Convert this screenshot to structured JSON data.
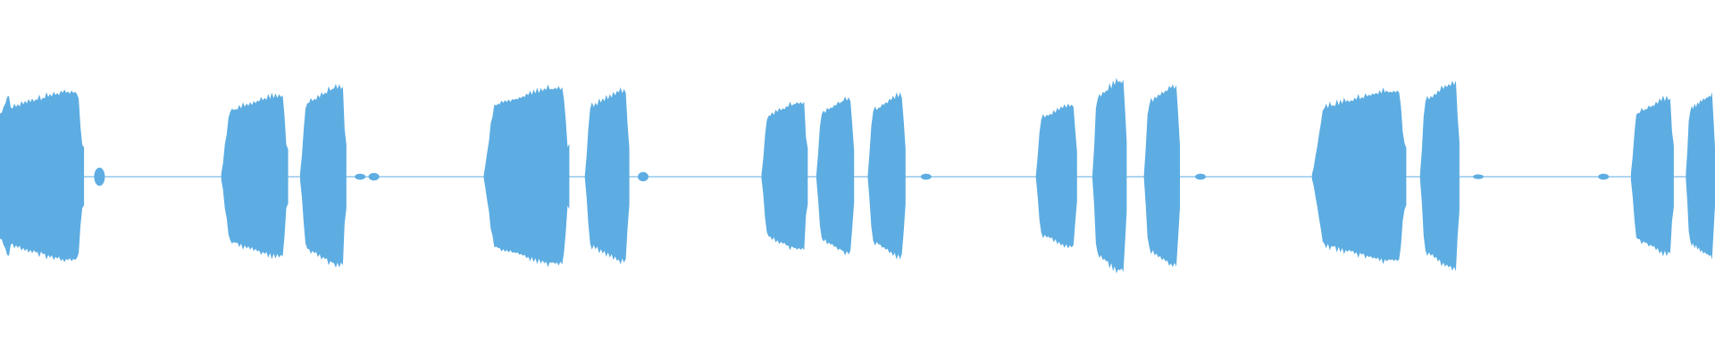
{
  "waveform": {
    "color": "#5DADE2",
    "background": "#ffffff",
    "duration_seconds": 1.0,
    "amplitude_max": 1.0,
    "segments": [
      {
        "start": 0.0,
        "end": 0.049,
        "amp": 0.55
      },
      {
        "start": 0.129,
        "end": 0.168,
        "amp": 0.52
      },
      {
        "start": 0.175,
        "end": 0.202,
        "amp": 0.58
      },
      {
        "start": 0.282,
        "end": 0.332,
        "amp": 0.57
      },
      {
        "start": 0.341,
        "end": 0.367,
        "amp": 0.55
      },
      {
        "start": 0.444,
        "end": 0.471,
        "amp": 0.48
      },
      {
        "start": 0.476,
        "end": 0.498,
        "amp": 0.5
      },
      {
        "start": 0.506,
        "end": 0.528,
        "amp": 0.52
      },
      {
        "start": 0.604,
        "end": 0.628,
        "amp": 0.46
      },
      {
        "start": 0.637,
        "end": 0.657,
        "amp": 0.62
      },
      {
        "start": 0.667,
        "end": 0.688,
        "amp": 0.58
      },
      {
        "start": 0.765,
        "end": 0.82,
        "amp": 0.55
      },
      {
        "start": 0.828,
        "end": 0.851,
        "amp": 0.6
      },
      {
        "start": 0.951,
        "end": 0.976,
        "amp": 0.5
      },
      {
        "start": 0.983,
        "end": 1.0,
        "amp": 0.52
      }
    ],
    "blips": [
      {
        "at": 0.058,
        "amp": 0.06
      },
      {
        "at": 0.21,
        "amp": 0.02
      },
      {
        "at": 0.218,
        "amp": 0.025
      },
      {
        "at": 0.375,
        "amp": 0.03
      },
      {
        "at": 0.54,
        "amp": 0.02
      },
      {
        "at": 0.7,
        "amp": 0.02
      },
      {
        "at": 0.862,
        "amp": 0.015
      },
      {
        "at": 0.935,
        "amp": 0.02
      }
    ]
  }
}
